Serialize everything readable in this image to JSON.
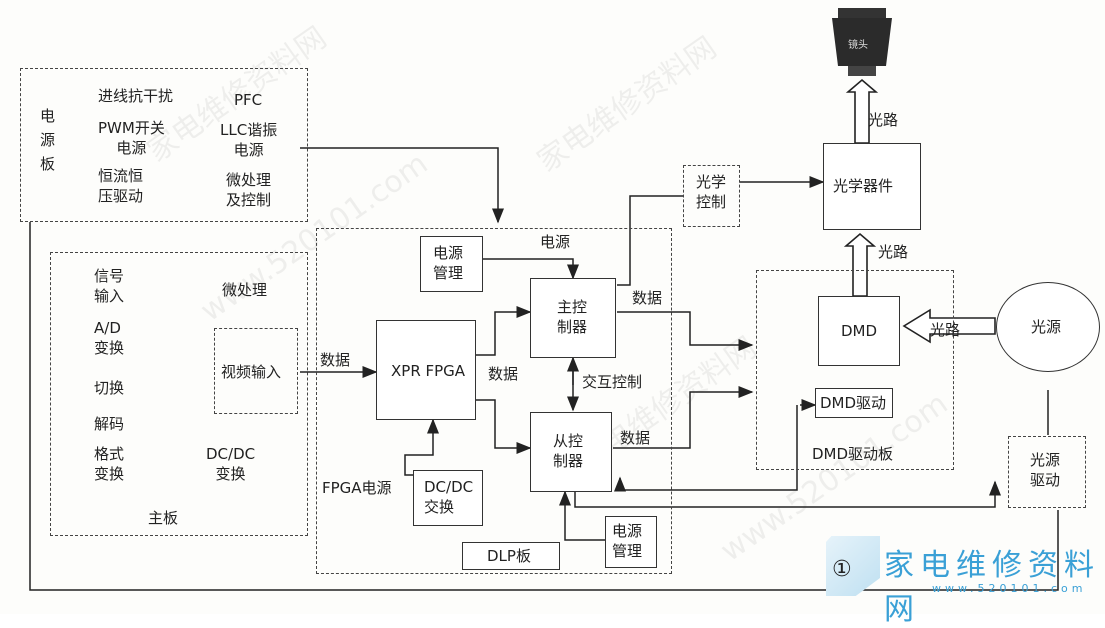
{
  "watermark": {
    "text1": "家电维修资料网",
    "text2": "www.520101.com"
  },
  "power_board": {
    "title": "电\n源\n板",
    "items": [
      "进线抗干扰",
      "PFC",
      "PWM开关\n电源",
      "LLC谐振\n电源",
      "恒流恒\n压驱动",
      "微处理\n及控制"
    ]
  },
  "main_board": {
    "title": "主板",
    "items": [
      "信号\n输入",
      "微处理",
      "A/D\n变换",
      "切换",
      "解码",
      "格式\n变换",
      "DC/DC\n变换"
    ],
    "video_input": "视频输入"
  },
  "dlp_board": {
    "title": "DLP板",
    "fpga": "XPR FPGA",
    "power_mgmt_top": "电源\n管理",
    "power_mgmt_bottom": "电源\n管理",
    "main_ctrl": "主控\n制器",
    "sub_ctrl": "从控\n制器",
    "dcdc": "DC/DC\n交换",
    "fpga_power": "FPGA电源"
  },
  "dmd_board": {
    "title": "DMD驱动板",
    "dmd": "DMD",
    "dmd_drive": "DMD驱动"
  },
  "optics": {
    "optical_control": "光学\n控制",
    "optical_device": "光学器件",
    "lens": "镜头",
    "light_source": "光源",
    "light_drive": "光源\n驱动"
  },
  "edge_labels": {
    "power": "电源",
    "data_in": "数据",
    "data_main": "数据",
    "data_fpga": "数据",
    "data_sub": "数据",
    "interactive": "交互控制",
    "light_path_top": "光路",
    "light_path_mid": "光路",
    "light_path_dmd": "光路"
  },
  "logo": {
    "text": "家电维修资料网",
    "url": "www.520101.com",
    "badge": "①"
  }
}
